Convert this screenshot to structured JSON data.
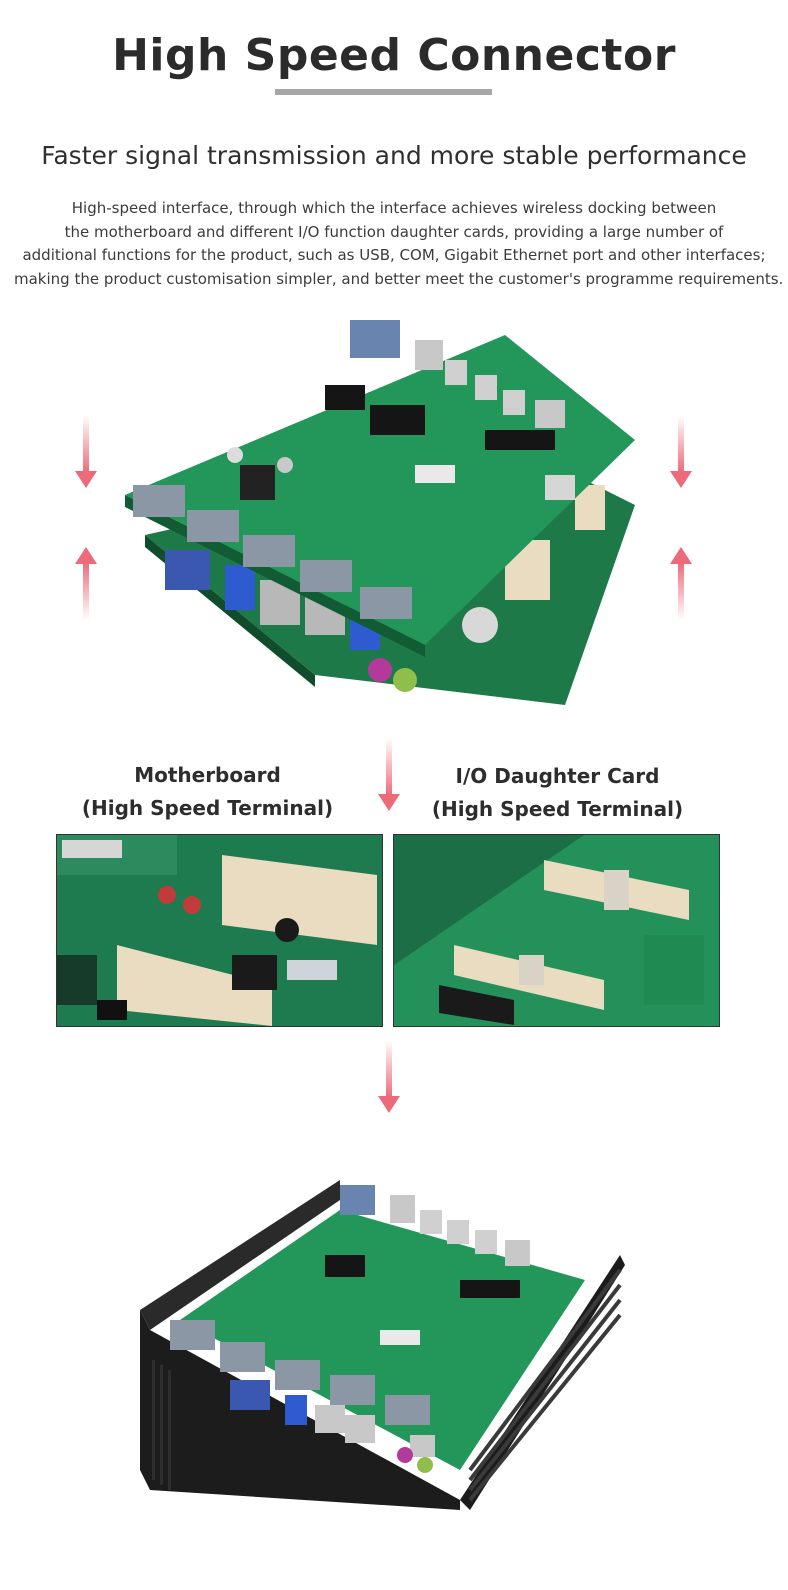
{
  "header": {
    "title": "High Speed Connector",
    "subtitle": "Faster signal transmission and more stable performance",
    "description_lines": [
      "High-speed interface, through which the interface achieves wireless docking between",
      "the motherboard and different I/O function daughter cards, providing a large number of",
      "additional functions for the product, such as USB, COM, Gigabit Ethernet port and other interfaces;",
      "making the product customisation simpler, and better meet the customer's programme requirements."
    ]
  },
  "labels": {
    "motherboard": [
      "Motherboard",
      "(High Speed Terminal)"
    ],
    "daughter": [
      "I/O Daughter Card",
      "(High Speed Terminal)"
    ]
  },
  "colors": {
    "pcb_green": "#1f8a52",
    "arrow_red": "#ec6a7a",
    "chassis": "#2a2a2a",
    "connector_beige": "#e9dcc0"
  },
  "icons": [
    "arrow-down-icon",
    "arrow-up-icon"
  ]
}
